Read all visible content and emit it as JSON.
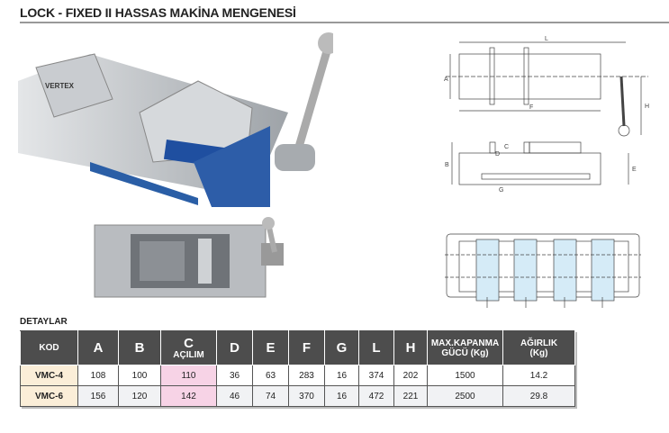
{
  "title": "LOCK - FIXED II HASSAS MAKİNA MENGENESİ",
  "section": "DETAYLAR",
  "brand_logo": "VERTEX",
  "drawing_labels": [
    "L",
    "A",
    "F",
    "H",
    "C",
    "D",
    "B",
    "E",
    "G"
  ],
  "table": {
    "headers": [
      "KOD",
      "A",
      "B",
      "C",
      "AÇILIM",
      "D",
      "E",
      "F",
      "G",
      "L",
      "H",
      "MAX.KAPANMA",
      "GÜCÜ (Kg)",
      "AĞIRLIK",
      "(Kg)"
    ],
    "rows": [
      [
        "VMC-4",
        "108",
        "100",
        "110",
        "36",
        "63",
        "283",
        "16",
        "374",
        "202",
        "1500",
        "14.2"
      ],
      [
        "VMC-6",
        "156",
        "120",
        "142",
        "46",
        "74",
        "370",
        "16",
        "472",
        "221",
        "2500",
        "29.8"
      ]
    ]
  }
}
